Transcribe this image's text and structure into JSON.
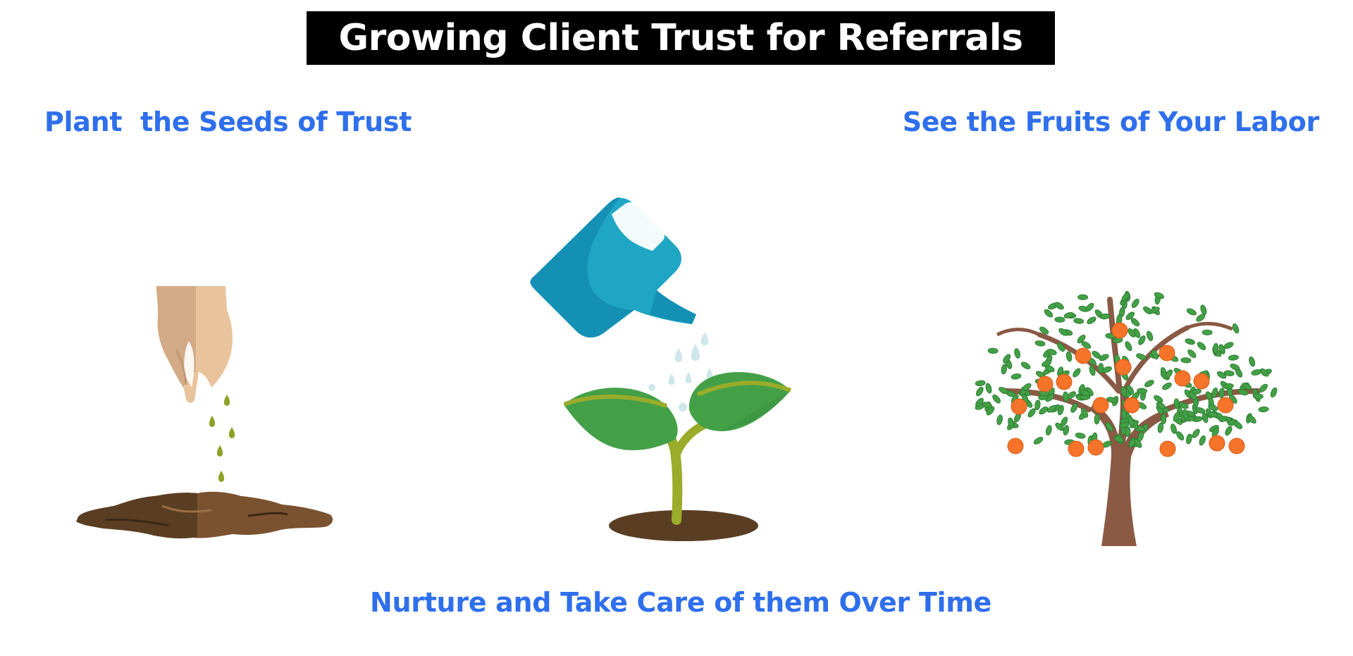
{
  "title": "Growing Client Trust for Referrals",
  "steps": {
    "plant": "Plant  the Seeds of Trust",
    "fruits": "See the Fruits of Your Labor",
    "nurture": "Nurture and Take Care of them Over Time"
  },
  "colors": {
    "caption_blue": "#2f6fec",
    "title_bg": "#000000",
    "title_fg": "#ffffff",
    "soil_dark": "#5a3e23",
    "soil_mid": "#7a5230",
    "leaf_green": "#43a047",
    "stem_olive": "#9aac2a",
    "can_blue": "#1d9dbf",
    "orange_fruit": "#f5742a",
    "trunk_brown": "#8a5a45",
    "skin_tan": "#e8c39c"
  },
  "icons": [
    "hand-sowing-seeds-icon",
    "watering-can-icon",
    "sprout-icon",
    "fruit-tree-icon"
  ]
}
